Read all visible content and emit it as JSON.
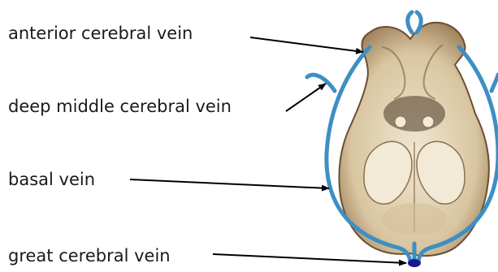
{
  "labels": {
    "anterior": "anterior cerebral vein",
    "deep_middle": "deep middle cerebral vein",
    "basal": "basal vein",
    "great": "great cerebral vein"
  },
  "colors": {
    "vein": "#3d8fc4",
    "great_vein_dot": "#1a1a8a",
    "specimen": "#e9dcc3",
    "specimen_shadow": "#8a6e4e",
    "arrow": "#000000"
  }
}
